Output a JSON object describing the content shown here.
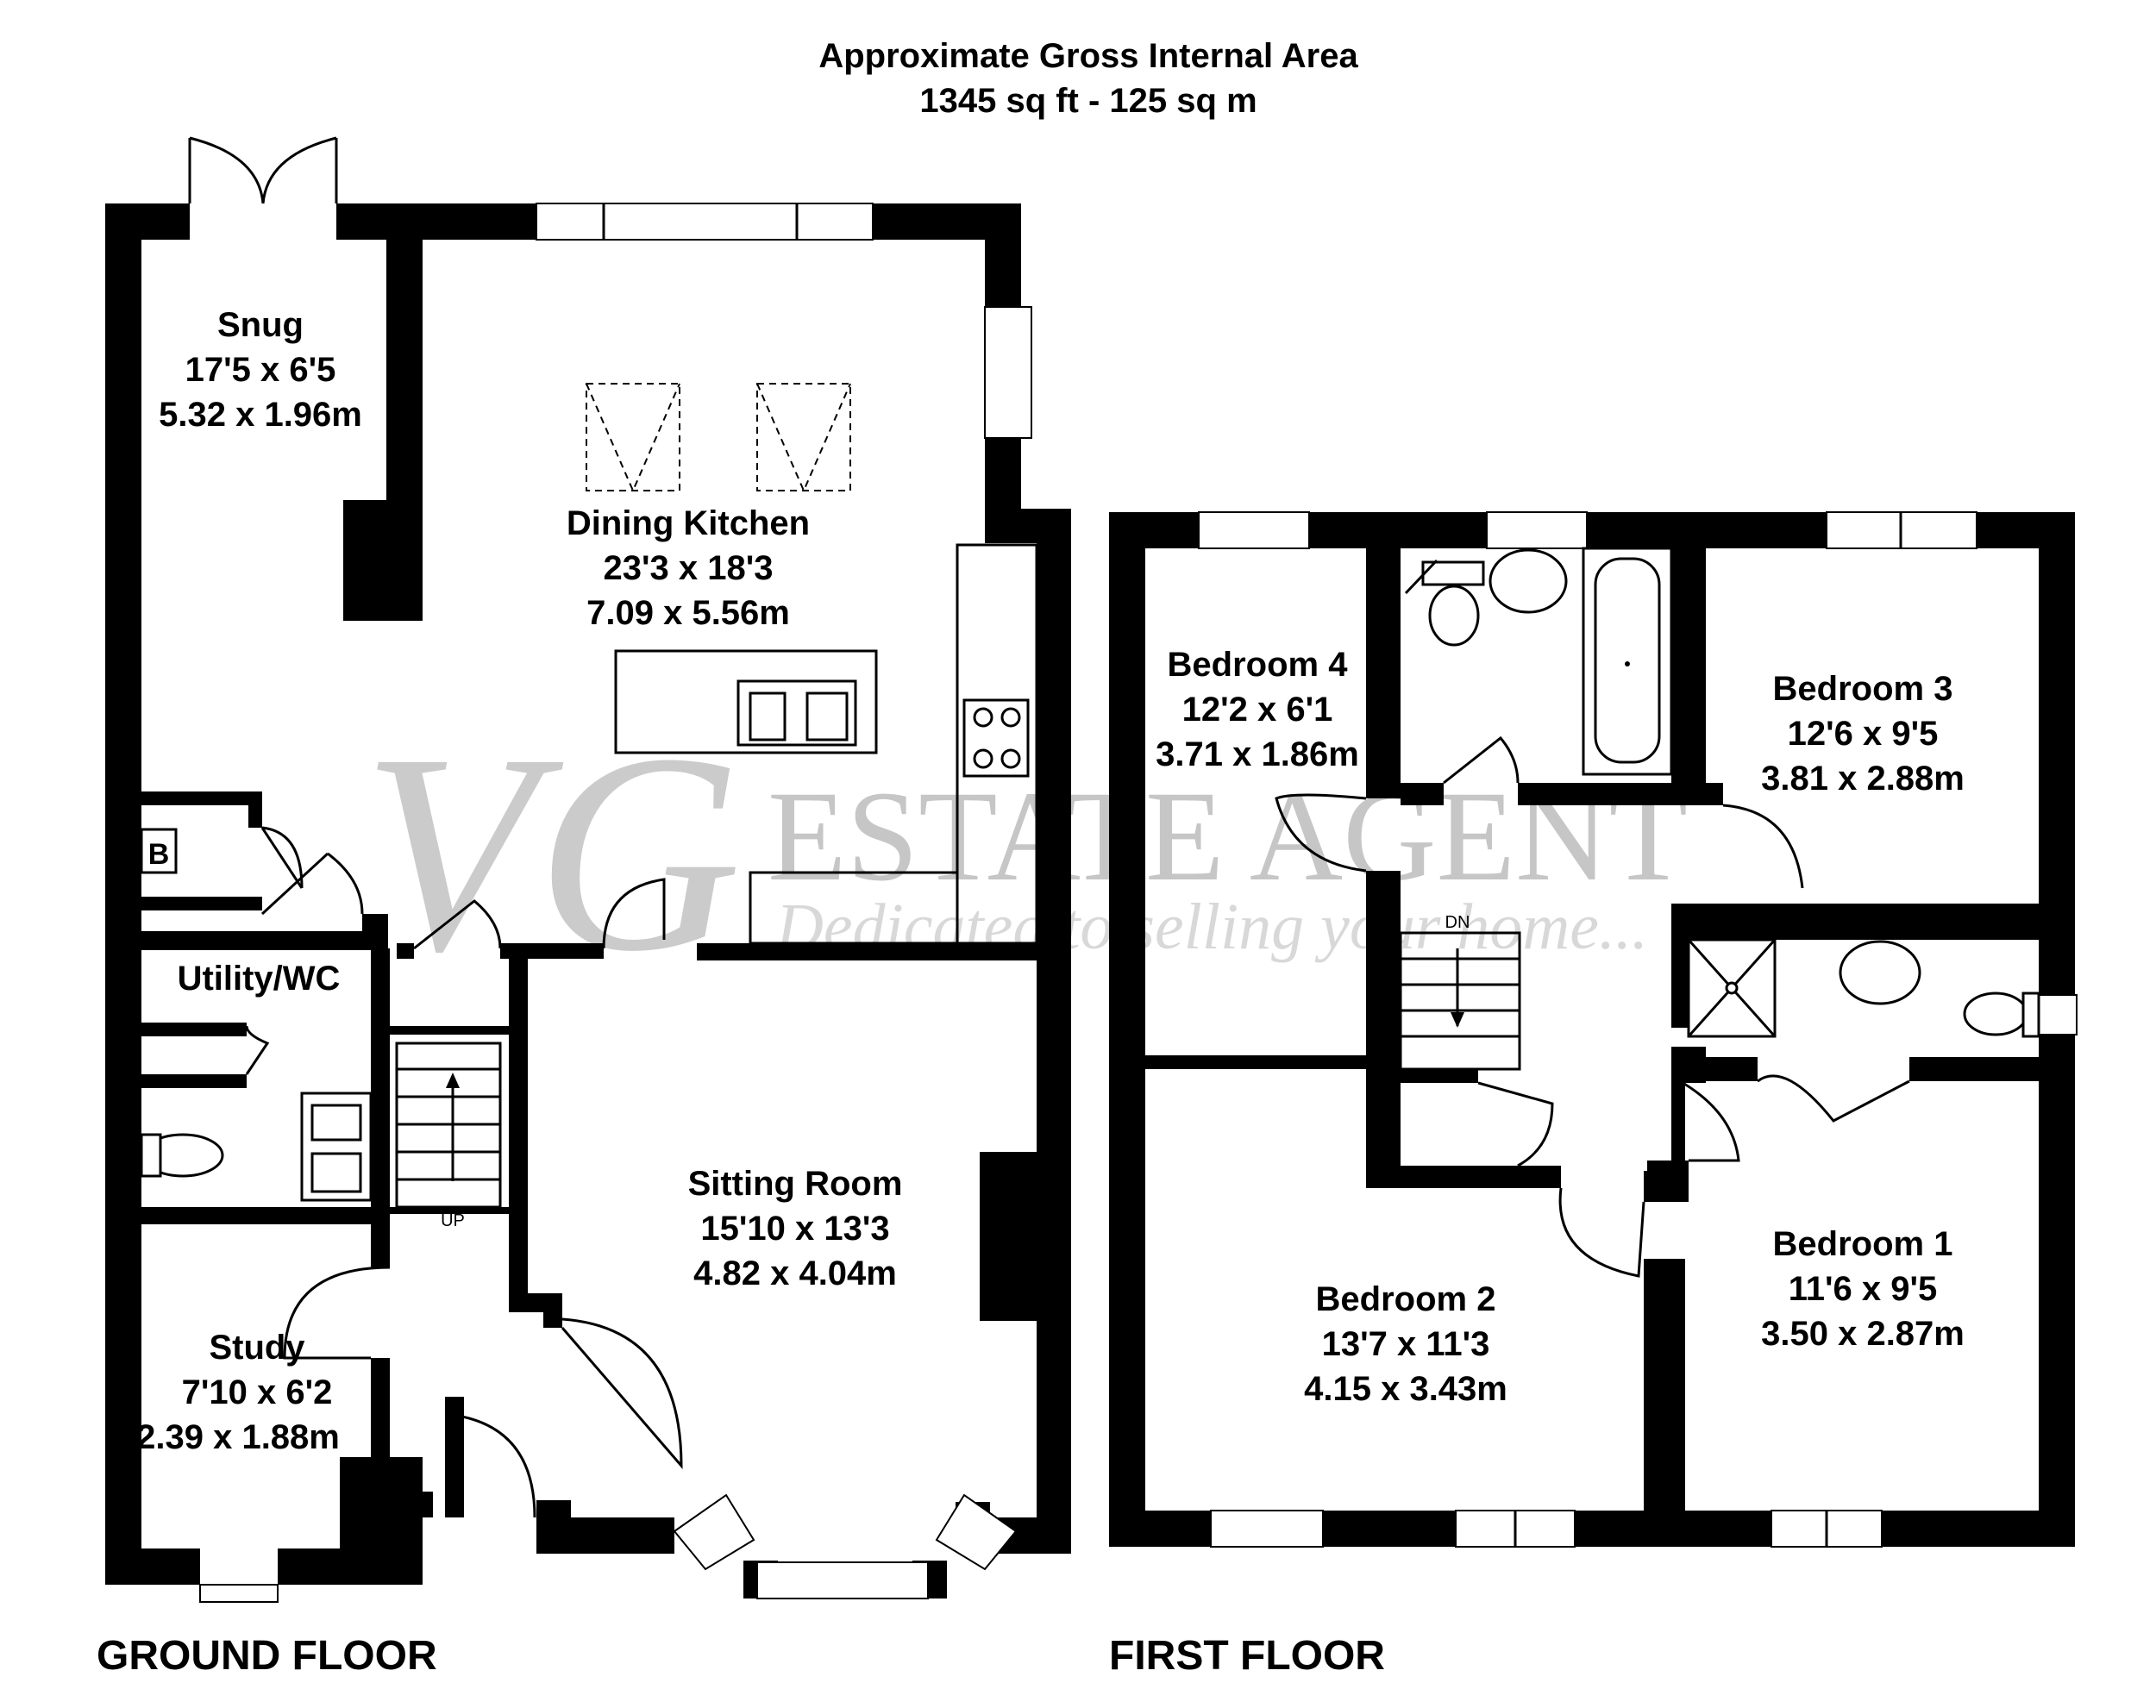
{
  "header": {
    "line1": "Approximate Gross Internal Area",
    "line2": "1345 sq ft - 125 sq m"
  },
  "floors": {
    "ground": "GROUND FLOOR",
    "first": "FIRST FLOOR"
  },
  "rooms": {
    "snug": {
      "name": "Snug",
      "imperial": "17'5 x 6'5",
      "metric": "5.32 x 1.96m"
    },
    "dining_kitchen": {
      "name": "Dining Kitchen",
      "imperial": "23'3 x 18'3",
      "metric": "7.09 x 5.56m"
    },
    "utility": {
      "name": "Utility/WC"
    },
    "sitting_room": {
      "name": "Sitting Room",
      "imperial": "15'10 x 13'3",
      "metric": "4.82 x 4.04m"
    },
    "study": {
      "name": "Study",
      "imperial": "7'10 x 6'2",
      "metric": "2.39 x 1.88m"
    },
    "bedroom4": {
      "name": "Bedroom 4",
      "imperial": "12'2 x 6'1",
      "metric": "3.71 x 1.86m"
    },
    "bedroom3": {
      "name": "Bedroom 3",
      "imperial": "12'6 x 9'5",
      "metric": "3.81 x 2.88m"
    },
    "bedroom2": {
      "name": "Bedroom 2",
      "imperial": "13'7 x 11'3",
      "metric": "4.15 x 3.43m"
    },
    "bedroom1": {
      "name": "Bedroom 1",
      "imperial": "11'6 x 9'5",
      "metric": "3.50 x 2.87m"
    }
  },
  "labels": {
    "boiler": "B",
    "stairs_up": "UP",
    "stairs_down": "DN"
  },
  "watermark": {
    "logo": "VG",
    "name": "ESTATE AGENT",
    "tagline": "Dedicated to selling your home..."
  }
}
